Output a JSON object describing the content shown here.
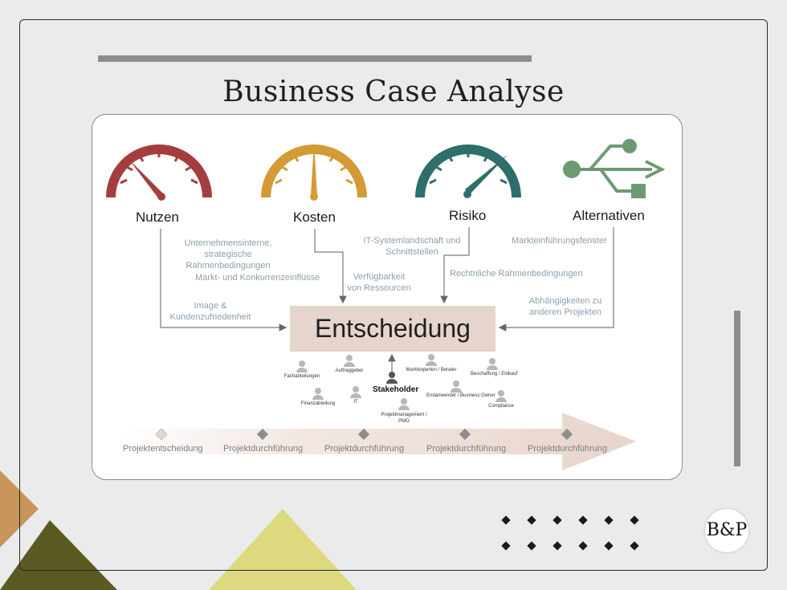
{
  "title": "Business Case Analyse",
  "colors": {
    "nutzen": "#a43e3e",
    "kosten": "#d49a35",
    "risiko": "#2f6e6a",
    "alternativen": "#6e9a73",
    "decision_bg": "#e6d5cd",
    "note": "#8b9fac"
  },
  "factors": [
    {
      "label": "Nutzen",
      "icon": "gauge-icon"
    },
    {
      "label": "Kosten",
      "icon": "gauge-icon"
    },
    {
      "label": "Risiko",
      "icon": "gauge-icon"
    },
    {
      "label": "Alternativen",
      "icon": "usb-icon"
    }
  ],
  "notes": {
    "nutzen": [
      "Unternehmensinterne, strategische Rahmenbedingungen",
      "Markt- und Konkurrenzeinflüsse",
      "Image & Kundenzufriedenheit"
    ],
    "kosten": [
      "Verfügbarkeit von Ressourcen"
    ],
    "risiko": [
      "IT-Systemlandschaft und Schnittstellen",
      "Rechtnliche Rahmenbedingungen"
    ],
    "alternativen": [
      "Markteinführungsfenster",
      "Abhängigkeiten zu anderen Projekten"
    ]
  },
  "decision": "Entscheidung",
  "stakeholder": {
    "label": "Stakeholder",
    "groups": [
      "Fachabteilungen",
      "Auftraggeber",
      "Marktexperten / Berater",
      "Beschaffung / Einkauf",
      "Finanzabteilung",
      "IT",
      "Endanwender / Business Owner",
      "Compliance",
      "Projektmanagement / PMO"
    ]
  },
  "phases": [
    "Projektentscheidung",
    "Projektdurchführung",
    "Projektdurchführung",
    "Projektdurchführung",
    "Projektdurchführung"
  ],
  "logo": "B&P"
}
